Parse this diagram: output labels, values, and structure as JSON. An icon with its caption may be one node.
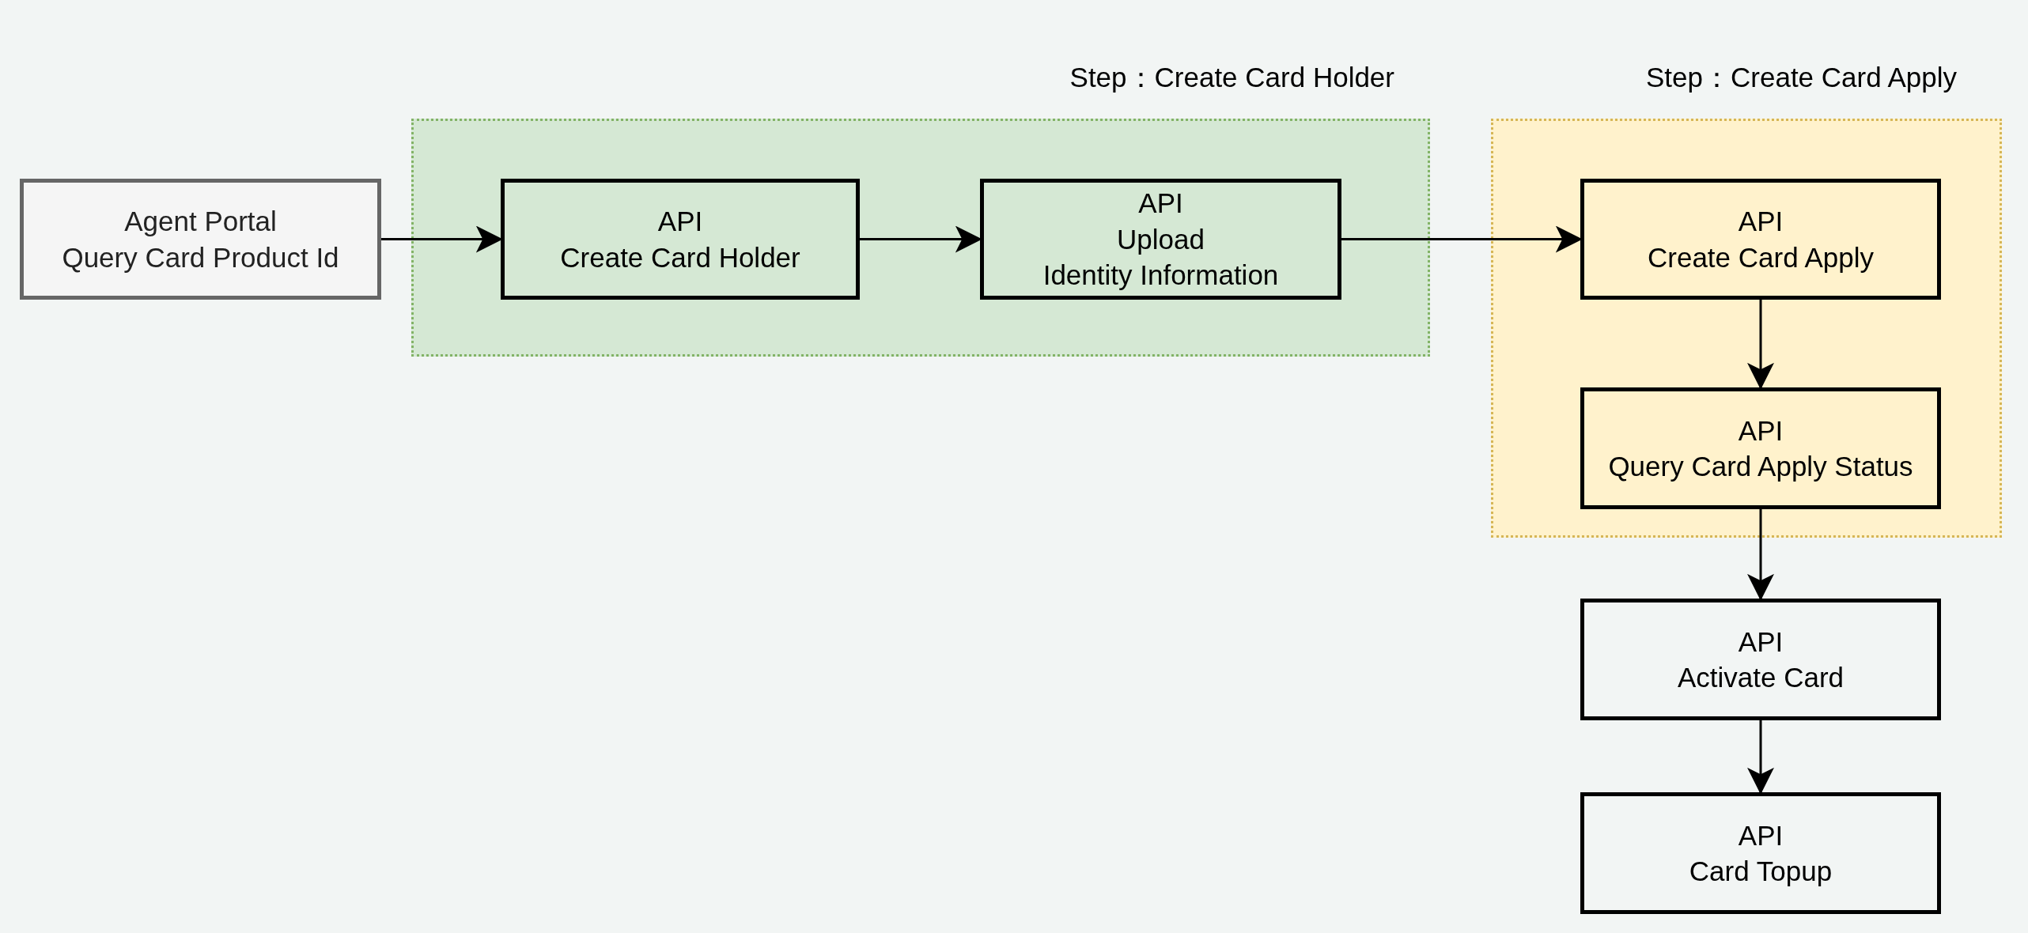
{
  "diagram": {
    "nodes": [
      {
        "text": [
          "Agent Portal",
          "Query Card Product Id"
        ]
      },
      {
        "text": [
          "Step：Create Card Holder"
        ]
      },
      {
        "text": [
          "API",
          "Create Card Holder"
        ],
        "in": 1
      },
      {
        "text": [
          "API",
          "Upload",
          "Identity Information"
        ],
        "in": 1
      },
      {
        "text": [
          "Step：Create Card Apply"
        ]
      },
      {
        "text": [
          "API",
          "Create Card Apply"
        ],
        "in": 4
      },
      {
        "text": [
          "API",
          "Query Card Apply Status"
        ],
        "in": 4
      },
      {
        "text": [
          "API",
          "Activate Card"
        ]
      },
      {
        "text": [
          "API",
          "Card Topup"
        ]
      }
    ],
    "edges": [
      {
        "from": 0,
        "to": 2,
        "arrow": "to"
      },
      {
        "from": 2,
        "to": 3,
        "arrow": "to"
      },
      {
        "from": 3,
        "to": 5,
        "arrow": "to"
      },
      {
        "from": 5,
        "to": 6,
        "arrow": "to"
      },
      {
        "from": 6,
        "to": 7,
        "arrow": "to"
      },
      {
        "from": 7,
        "to": 8,
        "arrow": "to"
      }
    ]
  }
}
